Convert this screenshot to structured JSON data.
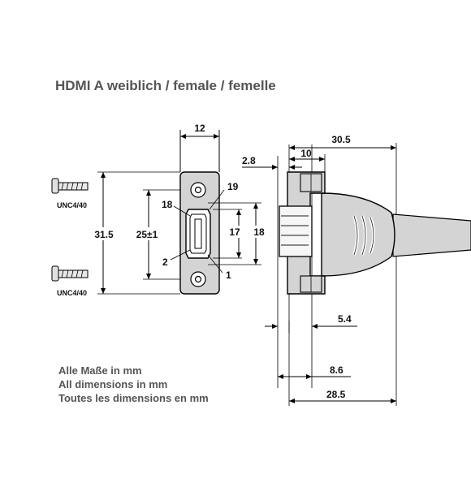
{
  "title": "HDMI A weiblich / female / femelle",
  "notes": [
    "Alle Maße in mm",
    "All dimensions in mm",
    "Toutes les dimensions en mm"
  ],
  "front_view": {
    "width_label": "12",
    "height_label": "31.5",
    "hole_spacing_label": "25±1",
    "connector_height_label": "17",
    "outer_height_label": "18",
    "pin_labels": {
      "p19": "19",
      "p18": "18",
      "p2": "2",
      "p1": "1"
    },
    "screw_top_label": "UNC4/40",
    "screw_bottom_label": "UNC4/40"
  },
  "side_view": {
    "total_length_label": "30.5",
    "flange_width_label": "10",
    "front_offset_label": "2.8",
    "dim_5_4": "5.4",
    "dim_8_6": "8.6",
    "dim_28_5": "28.5"
  },
  "colors": {
    "text": "#555555",
    "body_fill": "#d4d4d4",
    "line": "#000000"
  }
}
